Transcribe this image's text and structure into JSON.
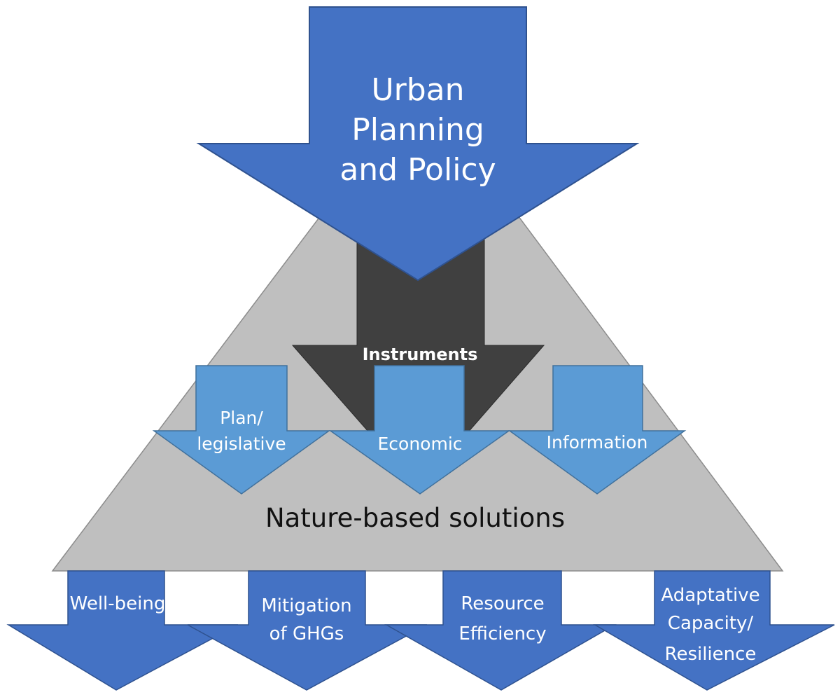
{
  "top_arrow": {
    "lines": [
      "Urban",
      "Planning",
      "and Policy"
    ]
  },
  "center_arrow": {
    "label": "Instruments"
  },
  "instruments": [
    {
      "lines": [
        "Plan/",
        "legislative"
      ]
    },
    {
      "lines": [
        "Economic"
      ]
    },
    {
      "lines": [
        "Information"
      ]
    }
  ],
  "triangle": {
    "label": "Nature-based solutions"
  },
  "outcomes": [
    {
      "lines": [
        "Well-being"
      ]
    },
    {
      "lines": [
        "Mitigation",
        "of GHGs"
      ]
    },
    {
      "lines": [
        "Resource",
        "Efficiency"
      ]
    },
    {
      "lines": [
        "Adaptative",
        "Capacity/",
        "Resilience"
      ]
    }
  ],
  "colors": {
    "dark_blue": "#4472C4",
    "light_blue": "#5B9BD5",
    "gray": "#BFBFBF",
    "dark_gray": "#404040"
  }
}
